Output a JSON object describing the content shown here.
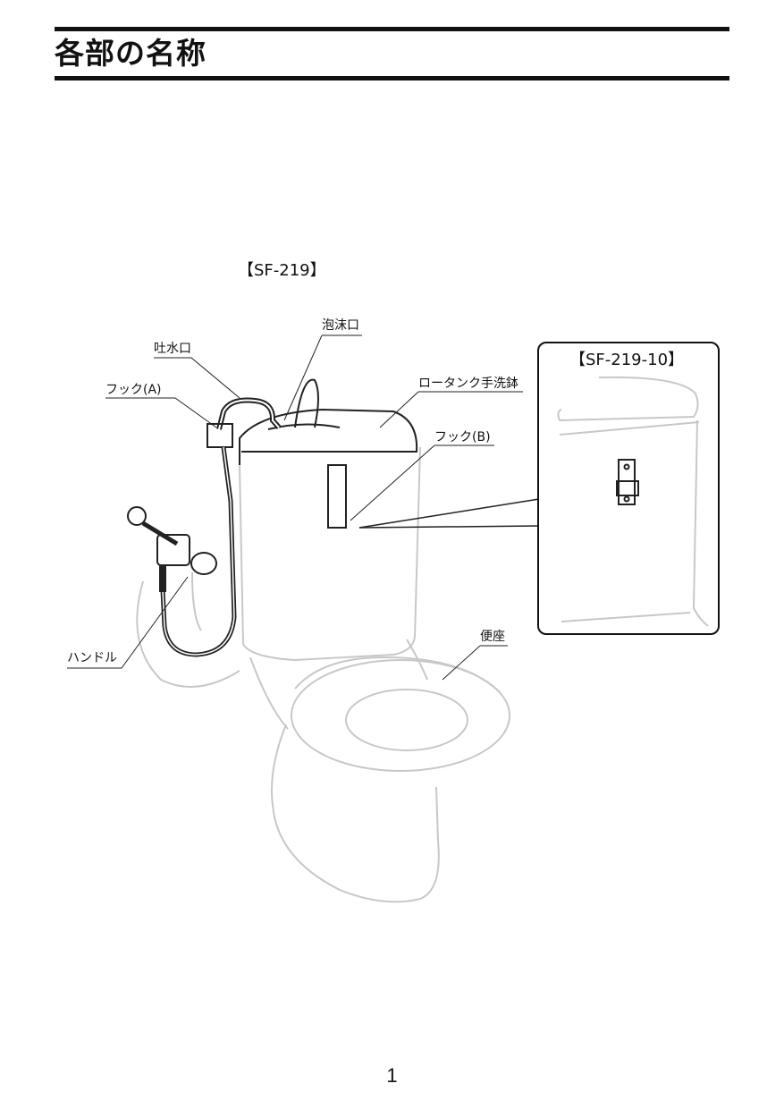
{
  "header": {
    "title": "各部の名称"
  },
  "figure": {
    "main_model": "【SF-219】",
    "inset_model": "【SF-219-10】",
    "callouts": {
      "foam_outlet": "泡沫口",
      "spout": "吐水口",
      "hook_a": "フック(A)",
      "low_tank_basin": "ロータンク手洗鉢",
      "hook_b": "フック(B)",
      "handle": "ハンドル",
      "toilet_seat": "便座"
    }
  },
  "footer": {
    "page_number": "1"
  }
}
